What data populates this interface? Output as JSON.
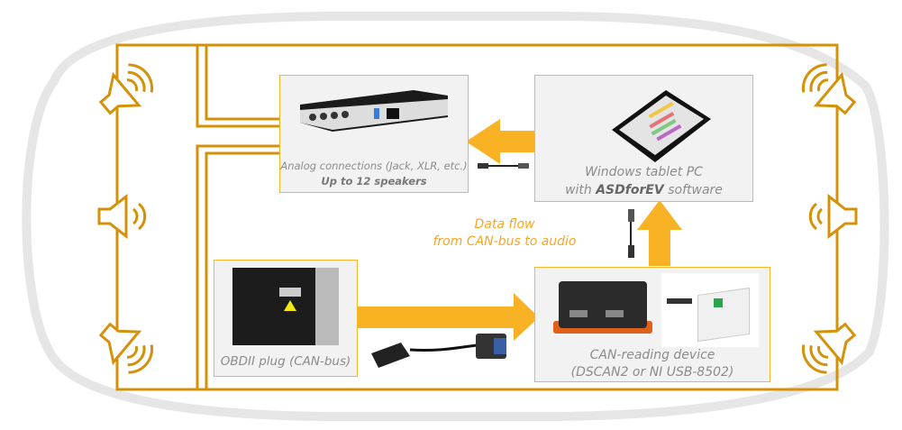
{
  "colors": {
    "wire": "#d4920a",
    "arrow": "#f9b223",
    "box_border": "#f6b72b",
    "box_fill": "#f2f2f2",
    "caption": "#8c8c8c",
    "flow_text": "#f5a623"
  },
  "audio_interface": {
    "caption_line1": "Analog connections (Jack, XLR, etc.)",
    "caption_line2": "Up to 12 speakers",
    "image": "rack-audio-interface"
  },
  "tablet": {
    "caption_line1": "Windows tablet PC",
    "caption_prefix": "with ",
    "caption_bold": "ASDforEV",
    "caption_suffix": " software",
    "image": "tablet-with-software"
  },
  "flow_label": {
    "line1": "Data flow",
    "line2": "from CAN-bus to audio"
  },
  "obd": {
    "caption": "OBDII plug (CAN-bus)",
    "image": "obd-port-photo",
    "cable": "obd-to-db9-cable"
  },
  "can_device": {
    "caption_line1": "CAN-reading device",
    "caption_line2": "(DSCAN2 or NI USB-8502)",
    "images": [
      "dscan2-device",
      "ni-usb-8502-device"
    ]
  },
  "speakers": [
    "left-front",
    "left-middle",
    "left-rear",
    "right-front",
    "right-middle",
    "right-rear"
  ]
}
